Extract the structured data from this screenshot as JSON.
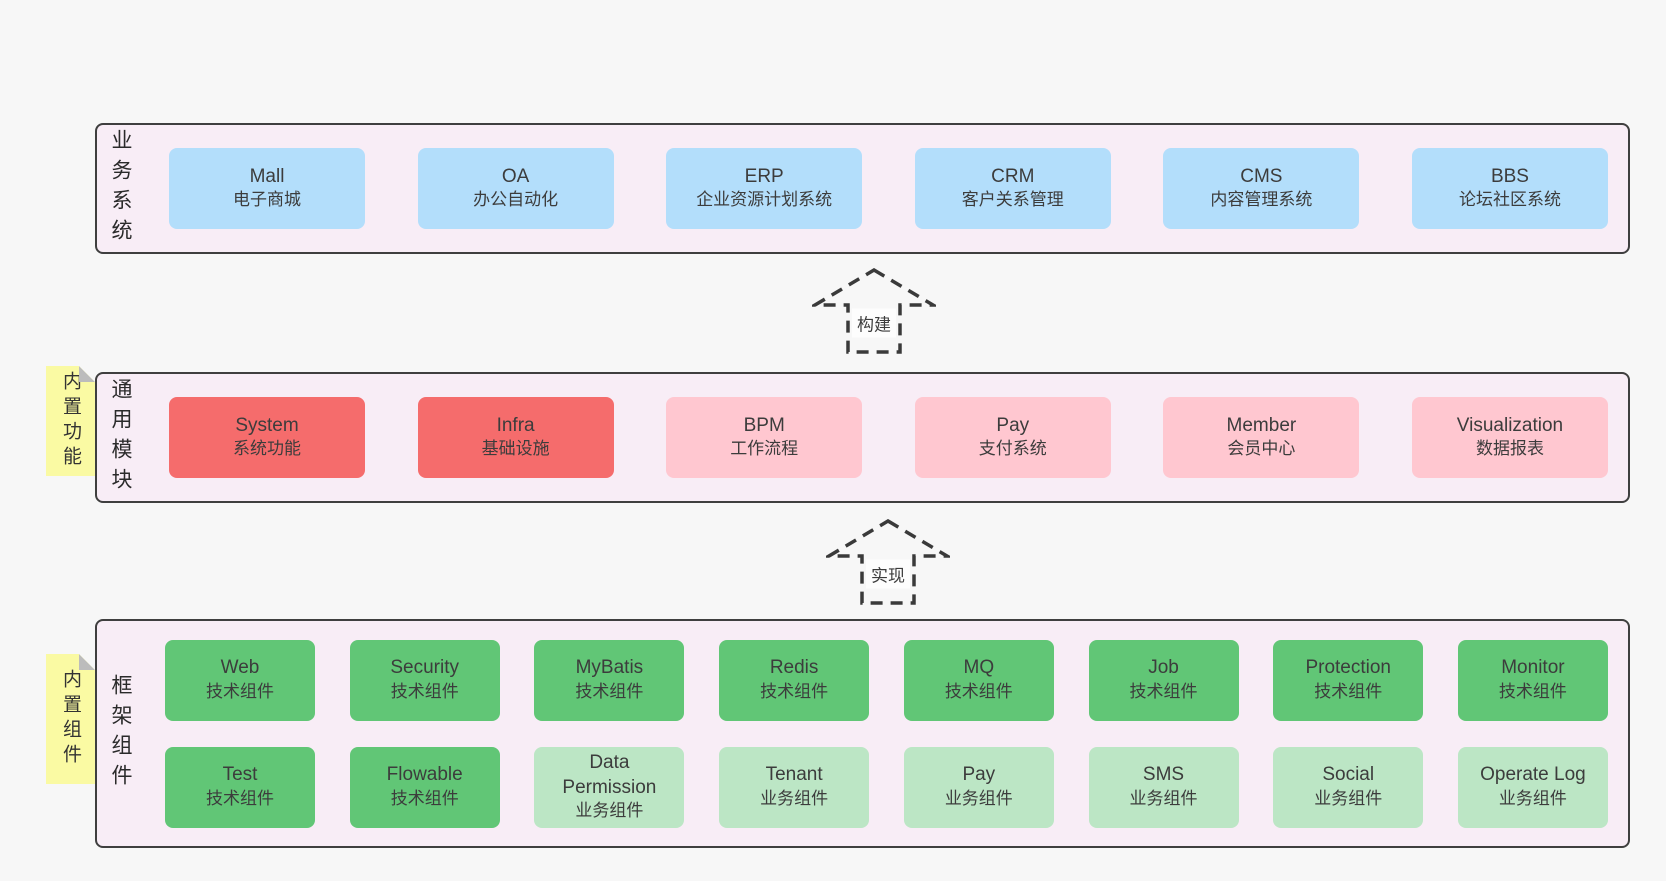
{
  "colors": {
    "page_bg": "#f7f7f7",
    "layer_bg": "#f8edf6",
    "layer_border": "#3f3f3f",
    "system_blue": "#b3defb",
    "module_red": "#f56c6c",
    "module_pink": "#ffc7d0",
    "tech_green": "#61c676",
    "biz_green": "#bce6c5",
    "sticky_yellow": "#fafaa3"
  },
  "arrows": [
    {
      "label": "构建"
    },
    {
      "label": "实现"
    }
  ],
  "layers": {
    "business": {
      "side_label": "业务系统",
      "boxes": [
        {
          "title": "Mall",
          "subtitle": "电子商城"
        },
        {
          "title": "OA",
          "subtitle": "办公自动化"
        },
        {
          "title": "ERP",
          "subtitle": "企业资源计划系统"
        },
        {
          "title": "CRM",
          "subtitle": "客户关系管理"
        },
        {
          "title": "CMS",
          "subtitle": "内容管理系统"
        },
        {
          "title": "BBS",
          "subtitle": "论坛社区系统"
        }
      ]
    },
    "modules": {
      "side_label": "通用模块",
      "sticky_label": "内置功能",
      "boxes": [
        {
          "title": "System",
          "subtitle": "系统功能"
        },
        {
          "title": "Infra",
          "subtitle": "基础设施"
        },
        {
          "title": "BPM",
          "subtitle": "工作流程"
        },
        {
          "title": "Pay",
          "subtitle": "支付系统"
        },
        {
          "title": "Member",
          "subtitle": "会员中心"
        },
        {
          "title": "Visualization",
          "subtitle": "数据报表"
        }
      ]
    },
    "components": {
      "side_label": "框架组件",
      "sticky_label": "内置组件",
      "row1": [
        {
          "title": "Web",
          "subtitle": "技术组件"
        },
        {
          "title": "Security",
          "subtitle": "技术组件"
        },
        {
          "title": "MyBatis",
          "subtitle": "技术组件"
        },
        {
          "title": "Redis",
          "subtitle": "技术组件"
        },
        {
          "title": "MQ",
          "subtitle": "技术组件"
        },
        {
          "title": "Job",
          "subtitle": "技术组件"
        },
        {
          "title": "Protection",
          "subtitle": "技术组件"
        },
        {
          "title": "Monitor",
          "subtitle": "技术组件"
        }
      ],
      "row2": [
        {
          "title": "Test",
          "subtitle": "技术组件"
        },
        {
          "title": "Flowable",
          "subtitle": "技术组件"
        },
        {
          "title": "Data Permission",
          "subtitle": "业务组件"
        },
        {
          "title": "Tenant",
          "subtitle": "业务组件"
        },
        {
          "title": "Pay",
          "subtitle": "业务组件"
        },
        {
          "title": "SMS",
          "subtitle": "业务组件"
        },
        {
          "title": "Social",
          "subtitle": "业务组件"
        },
        {
          "title": "Operate Log",
          "subtitle": "业务组件"
        }
      ]
    }
  }
}
